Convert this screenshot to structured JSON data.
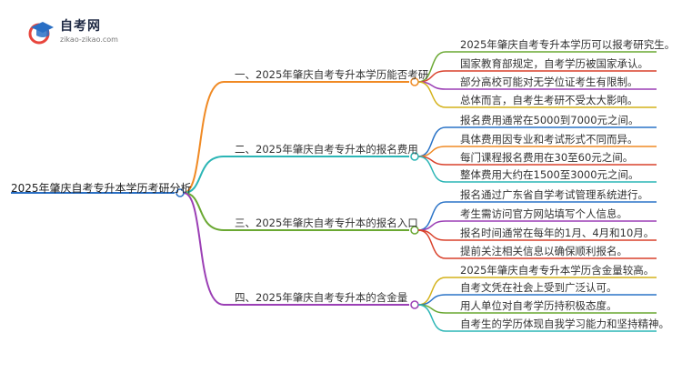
{
  "brand": {
    "name": "自考网",
    "url": "zikao-zikao.com",
    "colors": {
      "red": "#e8453c",
      "blue": "#2a6fc4",
      "navy": "#1f2a44"
    }
  },
  "mindmap": {
    "root": "2025年肇庆自考专升本学历考研分析",
    "branches": [
      {
        "label": "一、2025年肇庆自考专升本学历能否考研",
        "color": "#f08a24",
        "leaves": [
          {
            "text": "2025年肇庆自考专升本学历可以报考研究生。",
            "color": "#6aa832"
          },
          {
            "text": "国家教育部规定，自考学历被国家承认。",
            "color": "#d9412b"
          },
          {
            "text": "部分高校可能对无学位证考生有限制。",
            "color": "#9b3fb5"
          },
          {
            "text": "总体而言，自考生考研不受太大影响。",
            "color": "#d4b21a"
          }
        ]
      },
      {
        "label": "二、2025年肇庆自考专升本的报名费用",
        "color": "#2bb5b5",
        "leaves": [
          {
            "text": "报名费用通常在5000到7000元之间。",
            "color": "#2a73c7"
          },
          {
            "text": "具体费用因专业和考试形式不同而异。",
            "color": "#f08a24"
          },
          {
            "text": "每门课程报名费用在30至60元之间。",
            "color": "#d9412b"
          },
          {
            "text": "整体费用大约在1500至3000元之间。",
            "color": "#2bb5b5"
          }
        ]
      },
      {
        "label": "三、2025年肇庆自考专升本的报名入口",
        "color": "#6aa832",
        "leaves": [
          {
            "text": "报名通过广东省自学考试管理系统进行。",
            "color": "#2a73c7"
          },
          {
            "text": "考生需访问官方网站填写个人信息。",
            "color": "#9b3fb5"
          },
          {
            "text": "报名时间通常在每年的1月、4月和10月。",
            "color": "#d9412b"
          },
          {
            "text": "提前关注相关信息以确保顺利报名。",
            "color": "#d9412b"
          }
        ]
      },
      {
        "label": "四、2025年肇庆自考专升本的含金量",
        "color": "#9b3fb5",
        "leaves": [
          {
            "text": "2025年肇庆自考专升本学历含金量较高。",
            "color": "#d4b21a"
          },
          {
            "text": "自考文凭在社会上受到广泛认可。",
            "color": "#2a73c7"
          },
          {
            "text": "用人单位对自考学历持积极态度。",
            "color": "#6aa832"
          },
          {
            "text": "自考生的学历体现自我学习能力和坚持精神。",
            "color": "#2bb5b5"
          }
        ]
      }
    ],
    "root_color": "#2a6fc4"
  }
}
